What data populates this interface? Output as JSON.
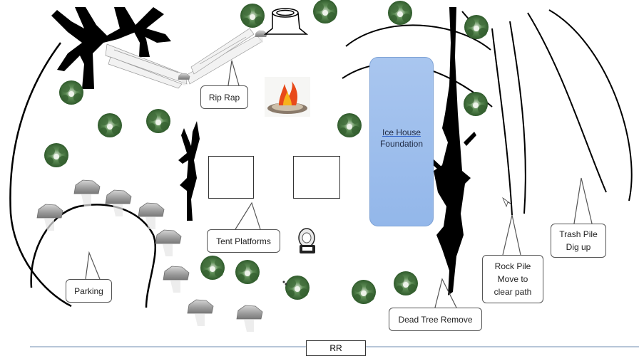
{
  "labels": {
    "rip_rap": "Rip Rap",
    "ice_house_line1": "Ice House",
    "ice_house_line2": "Foundation",
    "tent_platforms": "Tent Platforms",
    "parking": "Parking",
    "dead_tree": "Dead Tree Remove",
    "rock_pile_line1": "Rock Pile",
    "rock_pile_line2": "Move to",
    "rock_pile_line3": "clear path",
    "trash_pile_line1": "Trash Pile",
    "trash_pile_line2": "Dig up",
    "rr": "RR"
  },
  "icons": [
    "tree-silhouette-icon",
    "bush-icon",
    "rock-icon",
    "stump-icon",
    "campfire-icon",
    "toilet-icon",
    "dead-tree-icon"
  ],
  "colors": {
    "ice_house_fill": "#9bbdec",
    "line": "#000000",
    "bush": "#3c6b3a",
    "rock": "#9a9a9a",
    "ground_line": "#9fb4cc"
  }
}
